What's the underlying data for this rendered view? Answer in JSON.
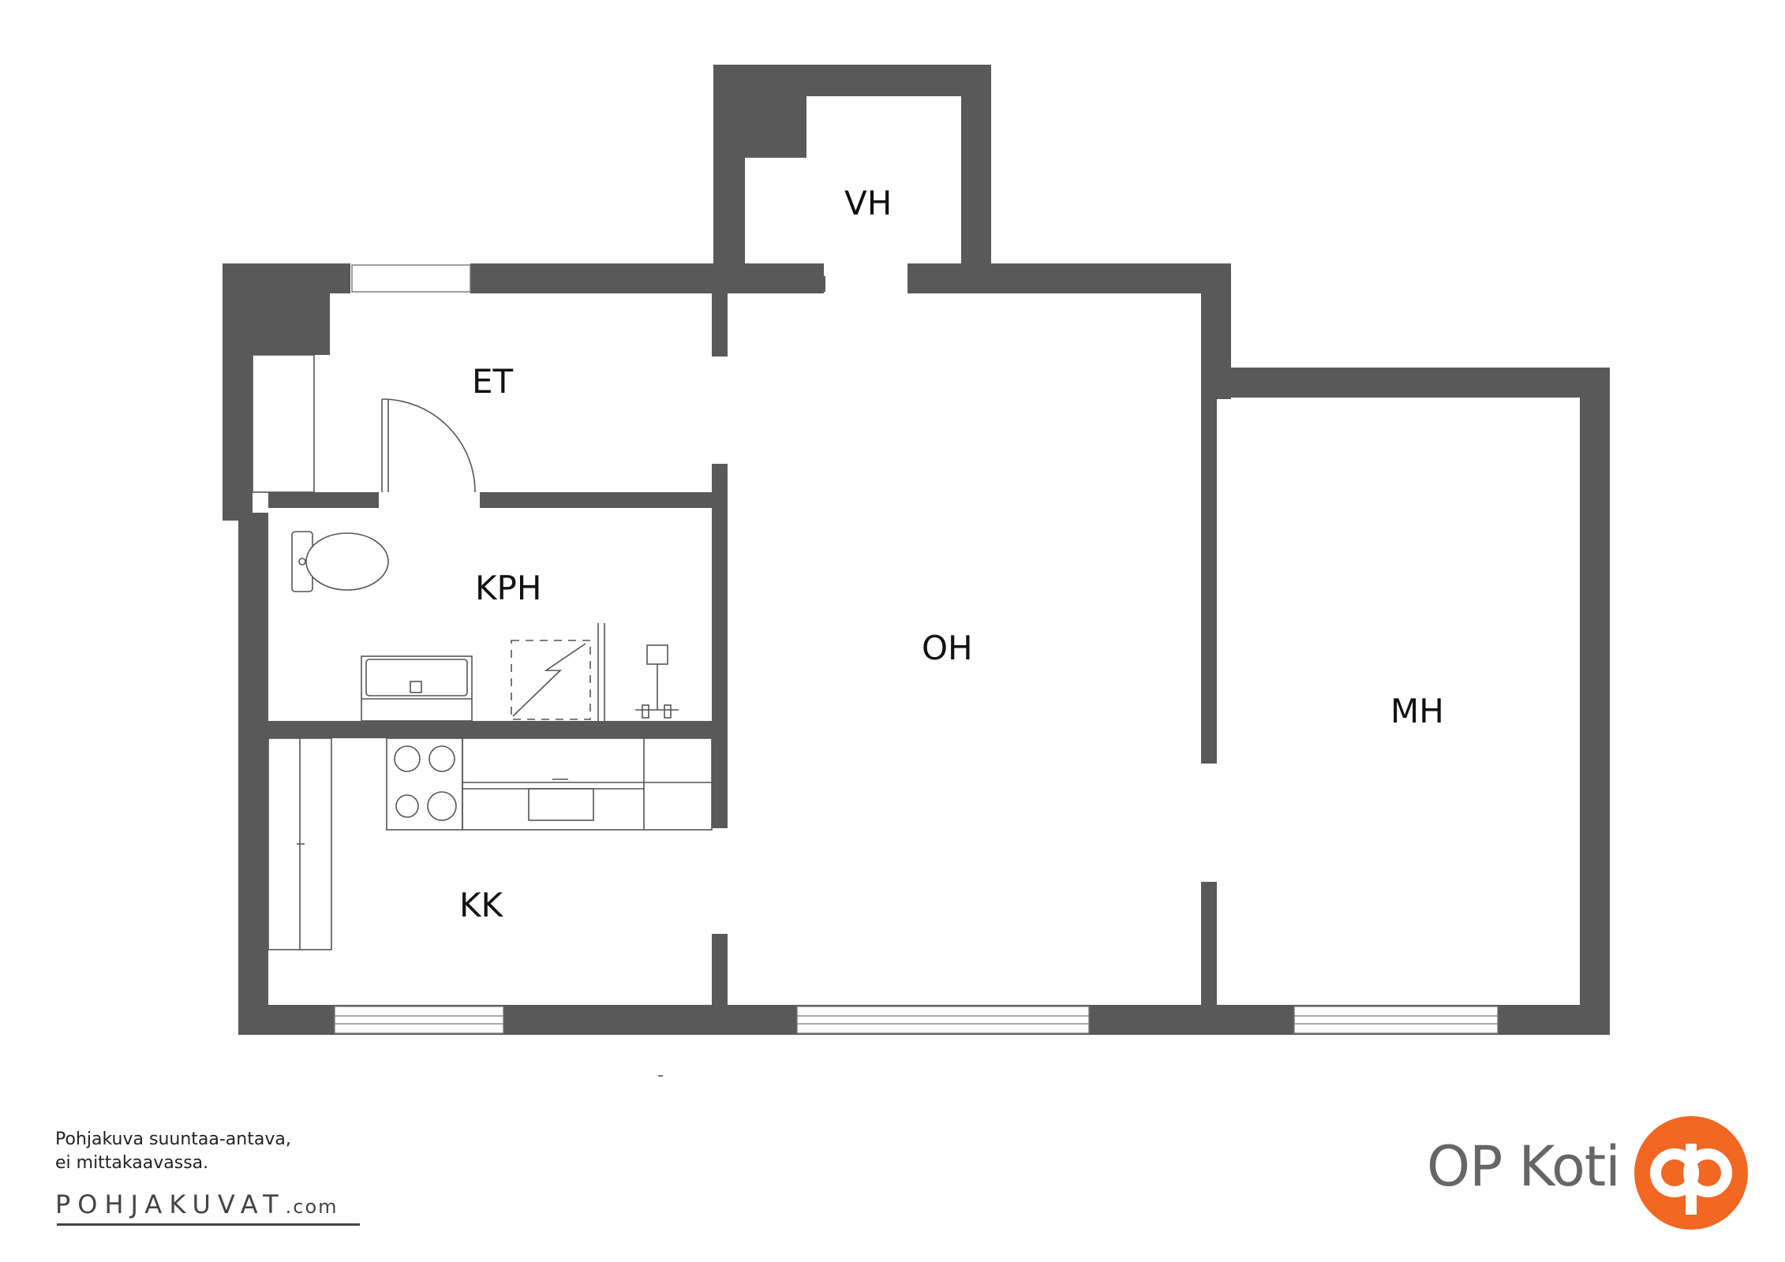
{
  "rooms": {
    "vh": "VH",
    "et": "ET",
    "kph": "KPH",
    "oh": "OH",
    "mh": "MH",
    "kk": "KK"
  },
  "footer": {
    "disclaimer_line1": "Pohjakuva suuntaa-antava,",
    "disclaimer_line2": "ei mittakaavassa.",
    "credit_main": "POHJAKUVAT",
    "credit_suffix": ".com",
    "brand_name": "OP Koti"
  },
  "colors": {
    "wall": "#595959",
    "brand_orange": "#F26722"
  },
  "icons": [
    "op-logo-icon",
    "toilet-icon",
    "sink-icon",
    "shower-icon",
    "stove-icon",
    "kitchen-sink-icon",
    "door-swing-icon",
    "window-icon"
  ]
}
